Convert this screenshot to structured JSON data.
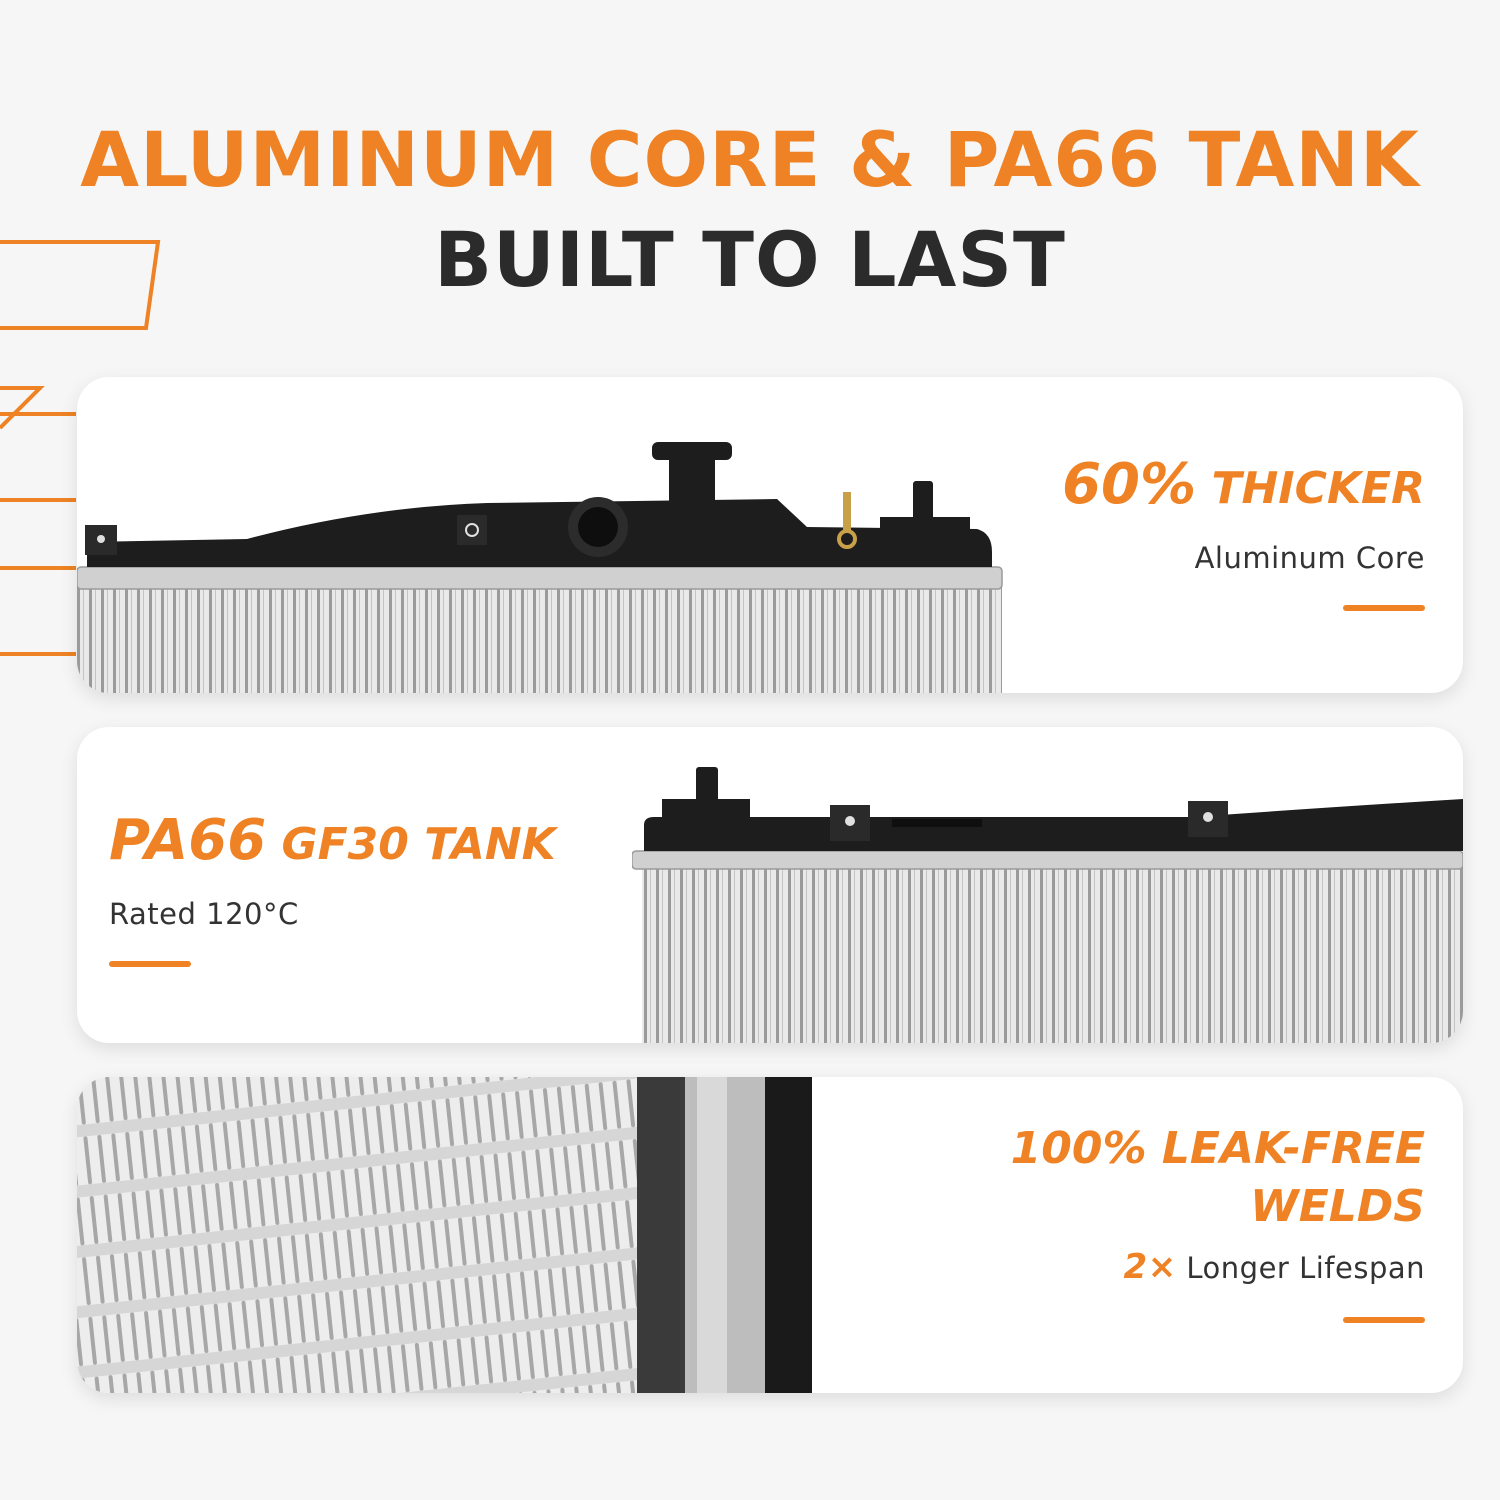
{
  "colors": {
    "accent": "#ee8224",
    "dark": "#2b2b2b",
    "text": "#333333",
    "background": "#f6f6f6"
  },
  "headline": {
    "line1": "ALUMINUM CORE & PA66 TANK",
    "line2": "BUILT TO LAST"
  },
  "features": [
    {
      "big": "60%",
      "rest": " THICKER",
      "subtitle": "Aluminum Core",
      "image_icon": "radiator-top-tank-image"
    },
    {
      "big": "PA66",
      "rest": " GF30 TANK",
      "subtitle": "Rated 120°C",
      "image_icon": "radiator-side-image"
    },
    {
      "line1": "100% LEAK-FREE",
      "line2": "WELDS",
      "multiplier": "2×",
      "subtitle": " Longer Lifespan",
      "image_icon": "core-weld-closeup-image"
    }
  ]
}
